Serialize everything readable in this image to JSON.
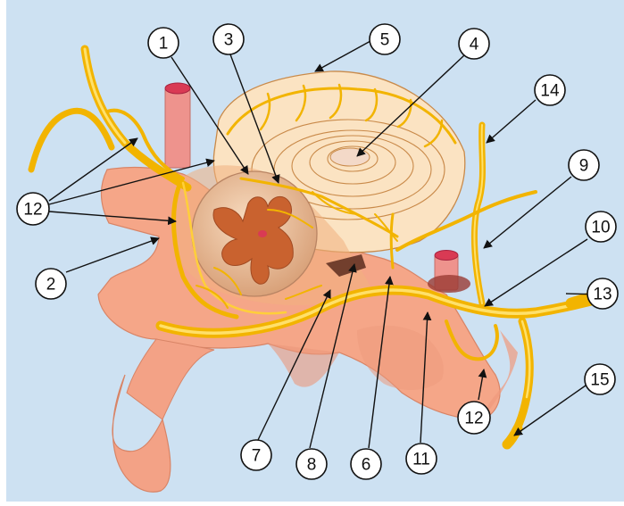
{
  "colors": {
    "background": "#cde1f2",
    "vertebra": "#f7a98a",
    "vertebra_shade": "#e8896c",
    "nerve": "#f2b400",
    "nerve_light": "#ffd84a",
    "spinal_cord": "#f2c9a6",
    "grey_matter": "#c9622f",
    "disc": "#fbe3c2",
    "disc_lines": "#c98a4a",
    "vessel": "#e88a86"
  },
  "labels": {
    "n1": "1",
    "n2": "2",
    "n3": "3",
    "n4": "4",
    "n5": "5",
    "n6": "6",
    "n7": "7",
    "n8": "8",
    "n9": "9",
    "n10": "10",
    "n11": "11",
    "n12a": "12",
    "n12b": "12",
    "n13": "13",
    "n14": "14",
    "n15": "15"
  }
}
